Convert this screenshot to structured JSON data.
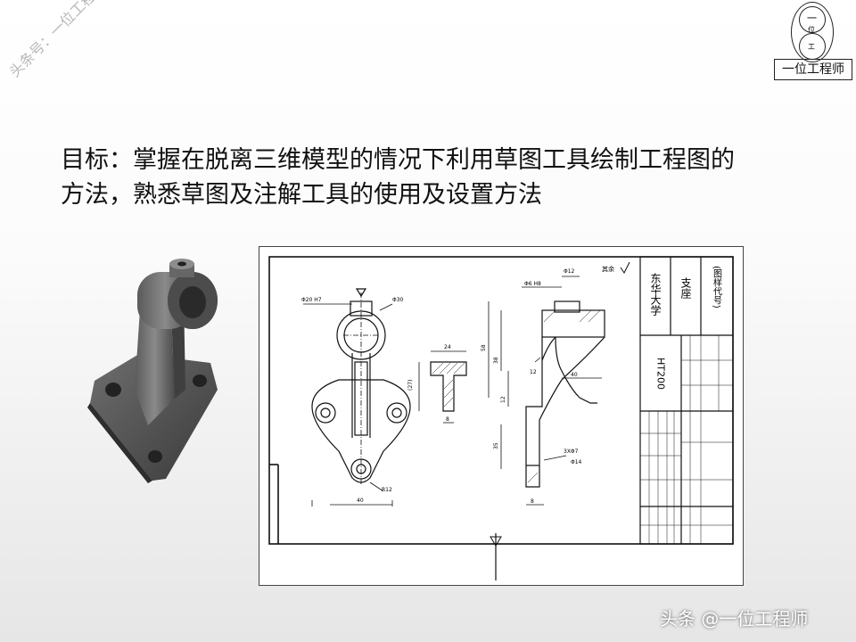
{
  "watermark": "头条号：一位工程师",
  "seal": {
    "caption": "一位工程师",
    "glyphs": [
      "一",
      "位",
      "工"
    ]
  },
  "title": "目标：掌握在脱离三维模型的情况下利用草图工具绘制工程图的方法，熟悉草图及注解工具的使用及设置方法",
  "drawing": {
    "school": "东华大学",
    "part_name": "支座",
    "drawing_number": "(图样代号)",
    "material": "HT200",
    "roughness_note": "其余",
    "dims": {
      "d20h7": "Φ20 H7",
      "d30": "Φ30",
      "r12": "R12",
      "w40_front": "40",
      "w24": "24",
      "d27": "(27)",
      "w8_sec": "8",
      "d12_top": "Φ12",
      "d6h8": "Φ6 H8",
      "h58": "58",
      "h38": "38",
      "h12": "12",
      "w40_side": "40",
      "h35": "35",
      "holes": "3XΦ7",
      "d14": "Φ14",
      "w8_side": "8",
      "w12_side": "12"
    }
  },
  "footer": "头条 @一位工程师"
}
